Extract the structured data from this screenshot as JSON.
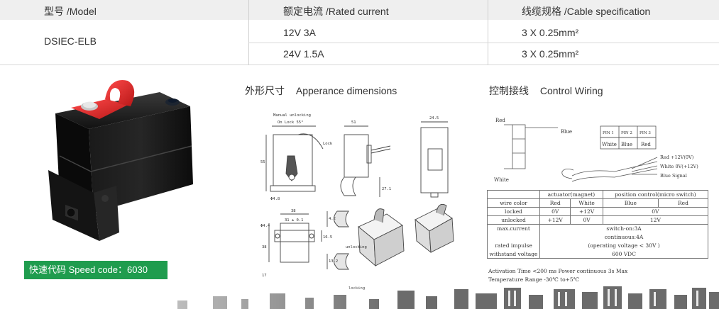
{
  "spec_table": {
    "headers": [
      "型号 /Model",
      "额定电流 /Rated current",
      "线缆规格 /Cable specification"
    ],
    "model": "DSIEC-ELB",
    "rows": [
      {
        "current": "12V 3A",
        "cable": "3 X 0.25mm²"
      },
      {
        "current": "24V 1.5A",
        "cable": "3 X 0.25mm²"
      }
    ]
  },
  "dimensions": {
    "title_cn": "外形尺寸",
    "title_en": "Apperance dimensions",
    "labels": {
      "manual_unlocking": "Manual unlocking",
      "on_lock": "On Lock  55°",
      "lock": "Lock",
      "w51": "51",
      "w24": "24.5",
      "h55": "55",
      "h27": "27.1",
      "dia48": "Φ4.8",
      "w38": "38",
      "w31": "31 ± 0.1",
      "dia4": "Φ4.4",
      "h165": "16.5",
      "h38": "38",
      "h17": "17",
      "unlocking": "unlocking",
      "locking": "locking",
      "d42": "4.2",
      "d132": "13.2"
    }
  },
  "wiring": {
    "title_cn": "控制接线",
    "title_en": "Control Wiring",
    "labels": {
      "red": "Red",
      "blue": "Blue",
      "white": "White",
      "pins": [
        "PIN 1",
        "PIN 2",
        "PIN 3"
      ],
      "pin_colors": [
        "White",
        "Blue",
        "Red"
      ],
      "red_v": "Red  +12V(0V)",
      "white_v": "White  0V(+12V)",
      "blue_signal": "Blue  Signal"
    },
    "table": {
      "h_actuator": "actuator(magnet)",
      "h_position": "position control(micro switch)",
      "wire_color": "wire color",
      "colors": [
        "Red",
        "White",
        "Blue",
        "Red"
      ],
      "locked": "locked",
      "locked_vals": [
        "0V",
        "+12V",
        "0V"
      ],
      "unlocked": "unlocked",
      "unlocked_vals": [
        "+12V",
        "0V",
        "12V"
      ],
      "max_current": "max.current",
      "switch_on": "switch-on:3A",
      "continuous": "continuous:4A",
      "rated_impulse": "rated impulse",
      "operating_voltage": "(operating voltage < 30V )",
      "withstand": "withstand voltage",
      "vdc": "600 VDC"
    },
    "note1": "Activation Time <200 ms    Power continuous 3s Max",
    "note2": "Temperature Range -30℃ to+5℃"
  },
  "badge": {
    "text": "快速代码 Speed code：6030"
  },
  "colors": {
    "badge_green": "#1f9c4e",
    "header_gray": "#efefef",
    "lever_red": "#d42a2a"
  }
}
